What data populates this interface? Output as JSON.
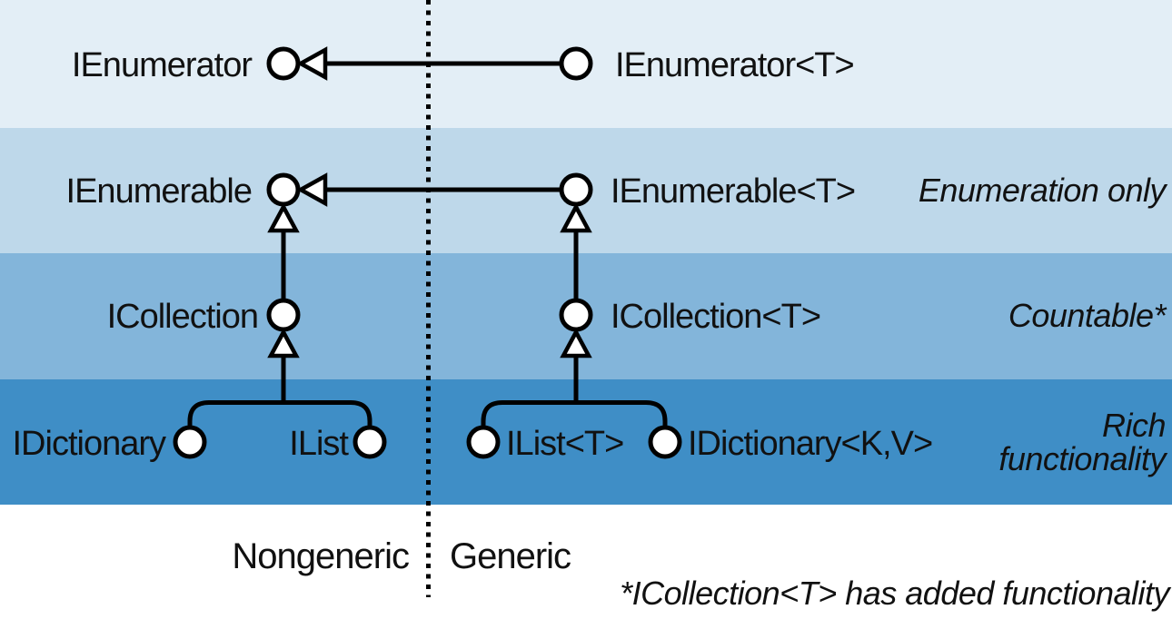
{
  "colors": {
    "band_enumerator": "#e3eef6",
    "band_enumerable": "#bed8ea",
    "band_collection": "#83b5da",
    "band_rich": "#3f8ec6",
    "line": "#000000",
    "node_fill": "#ffffff",
    "background": "#ffffff"
  },
  "hierarchy": {
    "rows": [
      {
        "nongeneric": "IEnumerator",
        "generic": "IEnumerator<T>",
        "annotation": ""
      },
      {
        "nongeneric": "IEnumerable",
        "generic": "IEnumerable<T>",
        "annotation": "Enumeration only"
      },
      {
        "nongeneric": "ICollection",
        "generic": "ICollection<T>",
        "annotation": "Countable*"
      }
    ],
    "bottom_row": {
      "nongeneric": [
        "IDictionary",
        "IList"
      ],
      "generic": [
        "IList<T>",
        "IDictionary<K,V>"
      ],
      "annotation_lines": [
        "Rich",
        "functionality"
      ]
    }
  },
  "axis_labels": {
    "nongeneric": "Nongeneric",
    "generic": "Generic"
  },
  "footnote": "*ICollection<T> has added functionality"
}
